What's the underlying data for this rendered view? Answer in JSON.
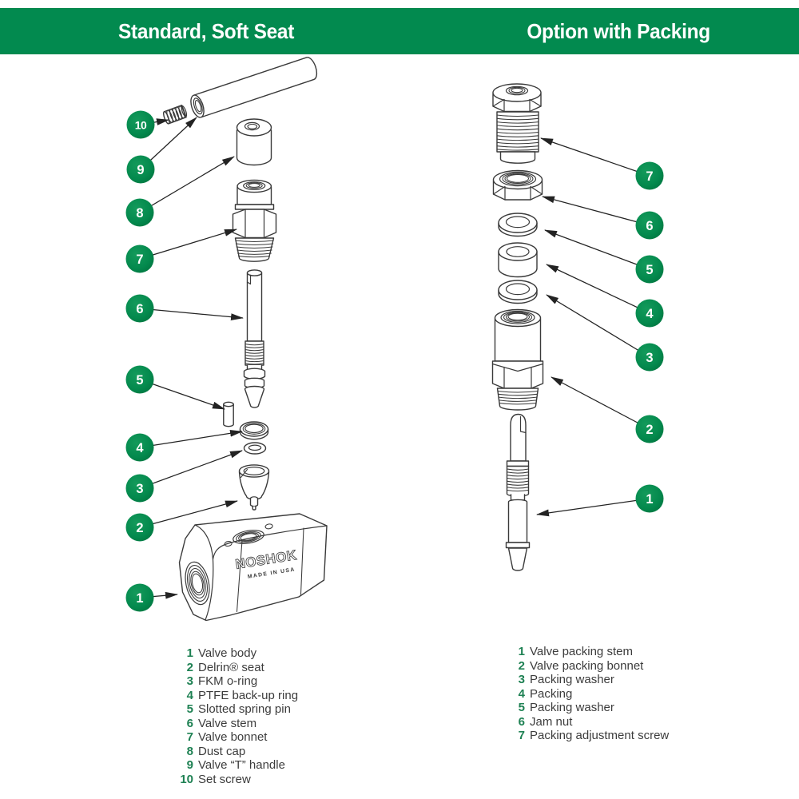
{
  "header": {
    "left_title": "Standard, Soft Seat",
    "right_title": "Option with Packing"
  },
  "colors": {
    "brand_green": "#028a4f",
    "callout_green": "#048a4e",
    "legend_number_green": "#1e8153",
    "drawing_line": "#3a3a3a"
  },
  "left_legend": {
    "items": [
      {
        "num": "1",
        "label": "Valve body"
      },
      {
        "num": "2",
        "label": "Delrin® seat"
      },
      {
        "num": "3",
        "label": "FKM o-ring"
      },
      {
        "num": "4",
        "label": "PTFE back-up ring"
      },
      {
        "num": "5",
        "label": "Slotted spring pin"
      },
      {
        "num": "6",
        "label": "Valve stem"
      },
      {
        "num": "7",
        "label": "Valve bonnet"
      },
      {
        "num": "8",
        "label": "Dust cap"
      },
      {
        "num": "9",
        "label": "Valve “T” handle"
      },
      {
        "num": "10",
        "label": "Set screw"
      }
    ]
  },
  "right_legend": {
    "items": [
      {
        "num": "1",
        "label": "Valve packing stem"
      },
      {
        "num": "2",
        "label": "Valve packing bonnet"
      },
      {
        "num": "3",
        "label": "Packing washer"
      },
      {
        "num": "4",
        "label": "Packing"
      },
      {
        "num": "5",
        "label": "Packing washer"
      },
      {
        "num": "6",
        "label": "Jam nut"
      },
      {
        "num": "7",
        "label": "Packing adjustment screw"
      }
    ]
  },
  "valve_body_markings": {
    "brand": "NOSHOK",
    "origin": "MADE IN USA"
  }
}
